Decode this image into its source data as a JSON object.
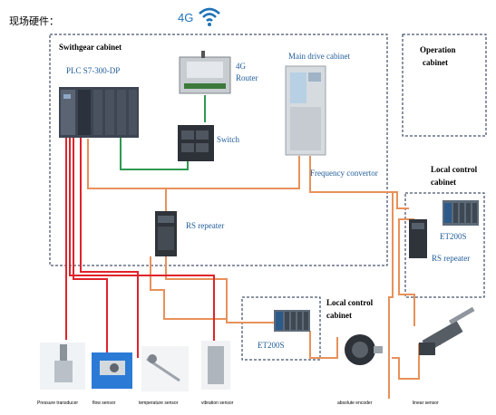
{
  "header": {
    "title": "现场硬件：",
    "signal_label": "4G"
  },
  "cabinets": {
    "switchgear": "Swithgear cabinet",
    "main_drive": "Main drive cabinet",
    "operation_line1": "Operation",
    "operation_line2": "cabinet",
    "local_control_1_line1": "Local control",
    "local_control_1_line2": "cabinet",
    "local_control_2_line1": "Local control",
    "local_control_2_line2": "cabinet"
  },
  "devices": {
    "plc": "PLC S7-300-DP",
    "router_line1": "4G",
    "router_line2": "Router",
    "switch": "Switch",
    "frequency_convertor": "Frequency convertor",
    "rs_repeater_1": "RS repeater",
    "rs_repeater_2": "RS repeater",
    "et200s_1": "ET200S",
    "et200s_2": "ET200S"
  },
  "sensors": {
    "pressure": "Pressure transducer",
    "flow": "flow sensor",
    "temperature": "temperature sensor",
    "vibration": "vibration sensor",
    "absolute_encoder": "absolute encoder",
    "linear": "linear sensor"
  }
}
